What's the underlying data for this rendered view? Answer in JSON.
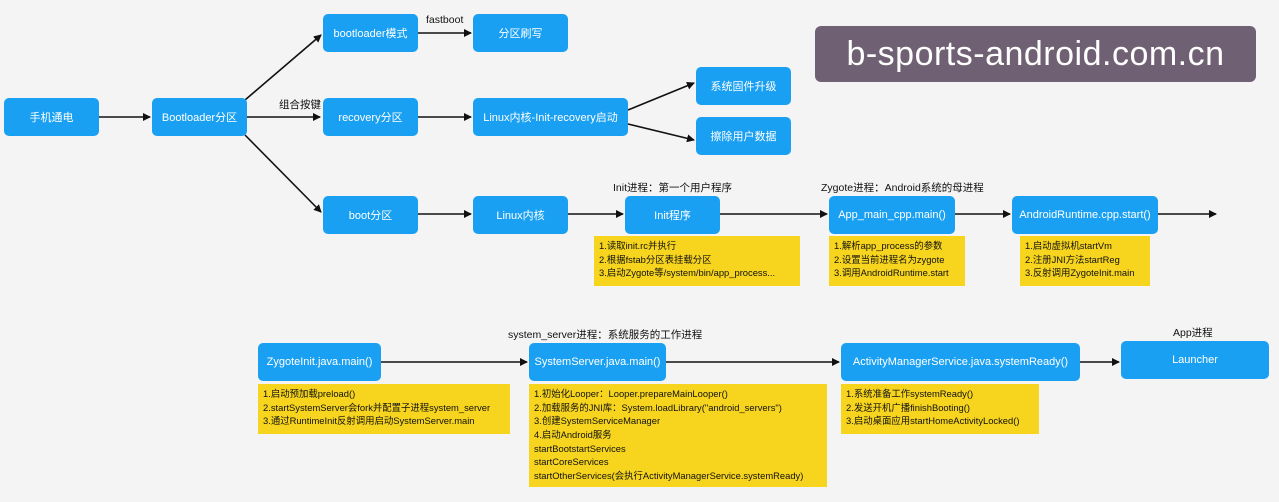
{
  "nodes": {
    "power_on": "手机通电",
    "bootloader": "Bootloader分区",
    "bootloader_mode": "bootloader模式",
    "partition_flash": "分区刷写",
    "recovery": "recovery分区",
    "linux_init_recovery": "Linux内核-Init-recovery启动",
    "sys_fw_upgrade": "系统固件升级",
    "wipe_user_data": "擦除用户数据",
    "boot": "boot分区",
    "linux_kernel": "Linux内核",
    "init_program": "Init程序",
    "app_main": "App_main_cpp.main()",
    "android_runtime": "AndroidRuntime.cpp.start()",
    "zygote_init": "ZygoteInit.java.main()",
    "system_server": "SystemServer.java.main()",
    "ams": "ActivityManagerService.java.systemReady()",
    "launcher": "Launcher"
  },
  "labels": {
    "fastboot": "fastboot",
    "key_combo": "组合按键",
    "init_process": "Init进程：第一个用户程序",
    "zygote_process": "Zygote进程：Android系统的母进程",
    "system_server_process": "system_server进程：系统服务的工作进程",
    "app_process": "App进程"
  },
  "notes": {
    "init": [
      "1.读取init.rc并执行",
      "2.根据fstab分区表挂载分区",
      "3.启动Zygote等/system/bin/app_process..."
    ],
    "app_main": [
      "1.解析app_process的参数",
      "2.设置当前进程名为zygote",
      "3.调用AndroidRuntime.start"
    ],
    "runtime": [
      "1.启动虚拟机startVm",
      "2.注册JNI方法startReg",
      "3.反射调用ZygoteInit.main"
    ],
    "zygote_init": [
      "1.启动预加载preload()",
      "2.startSystemServer会fork并配置子进程system_server",
      "3.通过RuntimeInit反射调用启动SystemServer.main"
    ],
    "system_server": [
      "1.初始化Looper：Looper.prepareMainLooper()",
      "2.加载服务的JNI库：System.loadLibrary(\"android_servers\")",
      "3.创建SystemServiceManager",
      "4.启动Android服务",
      "startBootstartServices",
      "startCoreServices",
      "startOtherServices(会执行ActivityManagerService.systemReady)"
    ],
    "ams": [
      "1.系统准备工作systemReady()",
      "2.发送开机广播finishBooting()",
      "3.启动桌面应用startHomeActivityLocked()"
    ]
  },
  "watermark": "b-sports-android.com.cn",
  "colors": {
    "node": "#1aa0f3",
    "note": "#f7d51e",
    "arrow": "#111111",
    "watermark_bg": "#6b5a6e"
  }
}
